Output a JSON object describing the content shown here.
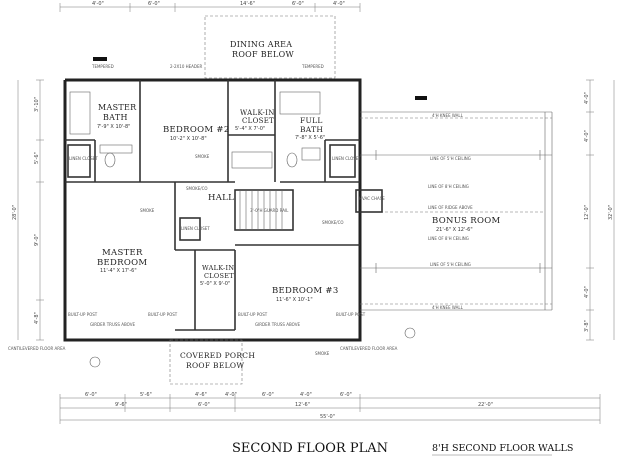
{
  "title": "SECOND FLOOR PLAN",
  "subtitle": "8'H SECOND FLOOR WALLS",
  "rooms": {
    "master_bath": {
      "name": "MASTER BATH",
      "size": "7'-9\" X 10'-8\""
    },
    "bedroom2": {
      "name": "BEDROOM #2",
      "size": "10'-2\" X 10'-8\""
    },
    "walkin_top": {
      "name": "WALK-IN CLOSET",
      "size": "5'-4\" X 7'-0\""
    },
    "full_bath": {
      "name": "FULL BATH",
      "size": "7'-8\" X 5'-6\""
    },
    "hall": {
      "name": "HALL"
    },
    "master_bedroom": {
      "name": "MASTER BEDROOM",
      "size": "11'-4\" X 17'-6\""
    },
    "walkin_lower": {
      "name": "WALK-IN CLOSET",
      "size": "5'-0\" X 9'-0\""
    },
    "bedroom3": {
      "name": "BEDROOM #3",
      "size": "11'-6\" X 10'-1\""
    },
    "bonus_room": {
      "name": "BONUS ROOM",
      "size": "21'-6\" X 12'-6\""
    }
  },
  "labels": {
    "dining_roof": "DINING AREA ROOF BELOW",
    "porch_roof": "COVERED PORCH ROOF BELOW",
    "linen": "LINEN CLOSET",
    "smoke": "SMOKE",
    "smoke_co": "SMOKE/CO",
    "hvac_chase": "HVAC CHASE",
    "girder": "GIRDER TRUSS ABOVE",
    "cantilevered": "CANTILEVERED FLOOR AREA",
    "built_up_post": "BUILT-UP POST",
    "tempered": "TEMPERED",
    "knee_wall_top": "4'H KNEE WALL",
    "knee_wall_bottom": "4'H KNEE WALL",
    "ridge_above": "LINE OF RIDGE ABOVE",
    "bonus_ceiling": "LINE OF 8'H CEILING",
    "ceiling_lower": "LINE OF 5'H CEILING",
    "guard_rail": "3'-0\"H GUARD RAIL",
    "dashed_header": "2-2X10 HEADER"
  },
  "dims": {
    "top": [
      "4'-0\"",
      "6'-0\"",
      "14'-6\"",
      "6'-0\"",
      "4'-0\""
    ],
    "bottom1": [
      "6'-0\"",
      "5'-6\"",
      "4'-6\"",
      "4'-0\"",
      "6'-0\"",
      "4'-0\"",
      "6'-0\""
    ],
    "bottom2": [
      "9'-6\"",
      "6'-0\"",
      "12'-6\"",
      "22'-0\""
    ],
    "overall": "55'-0\"",
    "left": [
      "3'-10\"",
      "5'-6\"",
      "9'-0\"",
      "4'-8\""
    ],
    "left_overall": "28'-0\"",
    "right": [
      "4'-0\"",
      "4'-0\"",
      "12'-0\"",
      "4'-0\"",
      "3'-8\""
    ],
    "right_overall": "32'-0\""
  }
}
